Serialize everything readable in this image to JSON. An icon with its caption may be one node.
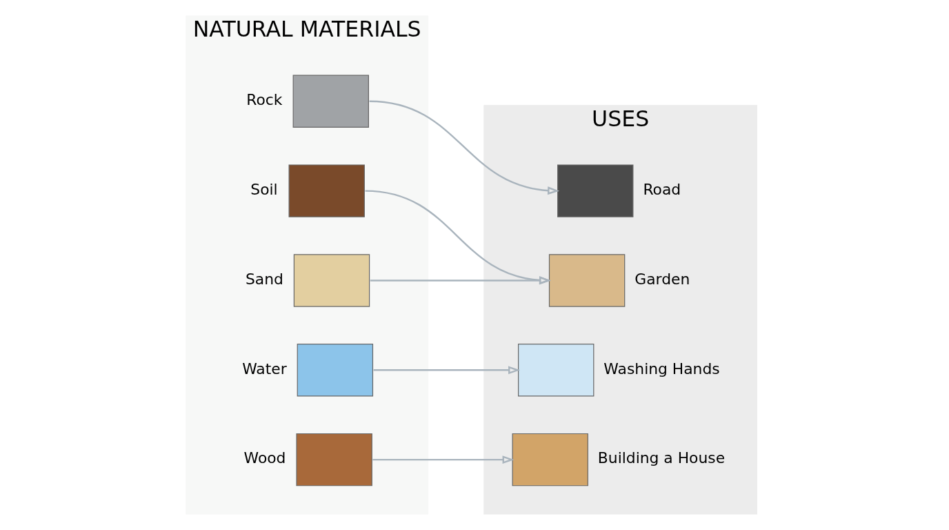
{
  "diagram": {
    "nodes": [
      {
        "text": [
          "NATURAL MATERIALS"
        ]
      },
      {
        "text": [],
        "shape": "box",
        "beside": [
          "Rock"
        ],
        "in": 0
      },
      {
        "text": [],
        "shape": "box",
        "beside": [
          "Soil"
        ],
        "in": 0
      },
      {
        "text": [],
        "shape": "box",
        "beside": [
          "Sand"
        ],
        "in": 0
      },
      {
        "text": [],
        "shape": "box",
        "beside": [
          "Water"
        ],
        "in": 0
      },
      {
        "text": [],
        "shape": "box",
        "beside": [
          "Wood"
        ],
        "in": 0
      },
      {
        "text": [
          "USES"
        ]
      },
      {
        "text": [],
        "shape": "box",
        "beside": [
          "Road"
        ],
        "in": 6
      },
      {
        "text": [],
        "shape": "box",
        "beside": [
          "Garden"
        ],
        "in": 6
      },
      {
        "text": [],
        "shape": "box",
        "beside": [
          "Washing Hands"
        ],
        "in": 6
      },
      {
        "text": [],
        "shape": "box",
        "beside": [
          "Building a House"
        ],
        "in": 6
      }
    ],
    "edges": [
      {
        "from": 1,
        "to": 7,
        "arrow": "to"
      },
      {
        "from": 2,
        "to": 8,
        "arrow": "to"
      },
      {
        "from": 3,
        "to": 8,
        "arrow": "to"
      },
      {
        "from": 4,
        "to": 9,
        "arrow": "to"
      },
      {
        "from": 5,
        "to": 10,
        "arrow": "to"
      }
    ]
  }
}
